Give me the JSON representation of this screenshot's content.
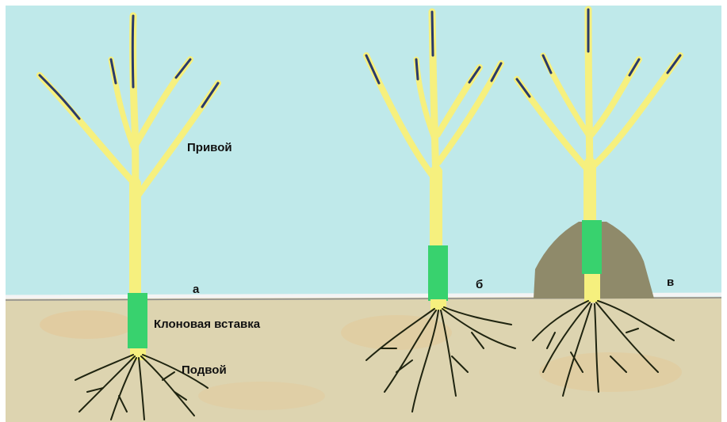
{
  "labels": {
    "scion": "Привой",
    "interstock": "Клоновая вставка",
    "rootstock": "Подвой"
  },
  "variants": [
    {
      "id": "a",
      "letter": "а"
    },
    {
      "id": "b",
      "letter": "б"
    },
    {
      "id": "v",
      "letter": "в"
    }
  ],
  "colors": {
    "sky": "#bfe9ea",
    "soil": "#ddd4b0",
    "soil_patch": "#e2c89a",
    "ground_line": "#8a8a8a",
    "scion": "#f6f07e",
    "interstock": "#38d26e",
    "mound": "#8f8a6a",
    "root": "#1f2410",
    "branch_tip": "#1d2a5a"
  }
}
